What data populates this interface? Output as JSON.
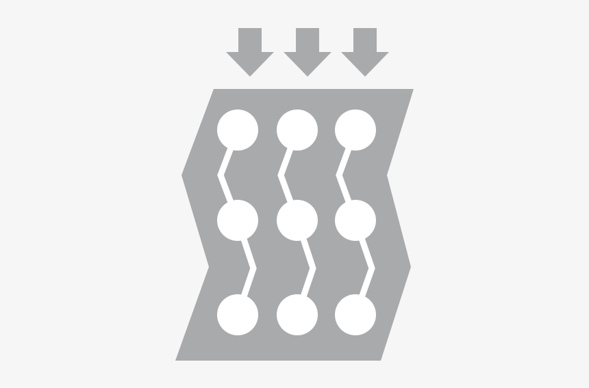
{
  "colors": {
    "background": "#f6f6f6",
    "shape": "#a9aaac",
    "node": "#ffffff"
  },
  "icon": {
    "name": "compression-chain-icon",
    "arrow_count": 3,
    "columns": 3,
    "nodes_per_column": 3
  }
}
